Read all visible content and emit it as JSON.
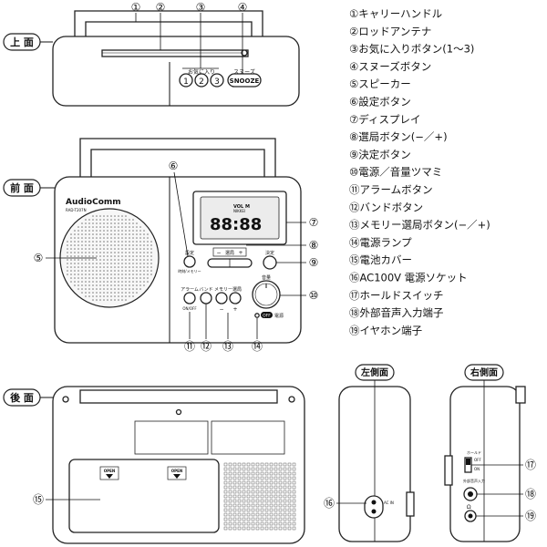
{
  "views": {
    "top": "上 面",
    "front": "前 面",
    "back": "後 面",
    "left": "左側面",
    "right": "右側面"
  },
  "parts": [
    {
      "num": "①",
      "label": "キャリーハンドル"
    },
    {
      "num": "②",
      "label": "ロッドアンテナ"
    },
    {
      "num": "③",
      "label": "お気に入りボタン(1〜3)"
    },
    {
      "num": "④",
      "label": "スヌーズボタン"
    },
    {
      "num": "⑤",
      "label": "スピーカー"
    },
    {
      "num": "⑥",
      "label": "設定ボタン"
    },
    {
      "num": "⑦",
      "label": "ディスプレイ"
    },
    {
      "num": "⑧",
      "label": "選局ボタン(−／+)"
    },
    {
      "num": "⑨",
      "label": "決定ボタン"
    },
    {
      "num": "⑩",
      "label": "電源／音量ツマミ"
    },
    {
      "num": "⑪",
      "label": "アラームボタン"
    },
    {
      "num": "⑫",
      "label": "バンドボタン"
    },
    {
      "num": "⑬",
      "label": "メモリー選局ボタン(−／+)"
    },
    {
      "num": "⑭",
      "label": "電源ランプ"
    },
    {
      "num": "⑮",
      "label": "電池カバー"
    },
    {
      "num": "⑯",
      "label": "AC100V 電源ソケット"
    },
    {
      "num": "⑰",
      "label": "ホールドスイッチ"
    },
    {
      "num": "⑱",
      "label": "外部音声入力端子"
    },
    {
      "num": "⑲",
      "label": "イヤホン端子"
    }
  ],
  "callouts": {
    "c1": "①",
    "c2": "②",
    "c3": "③",
    "c4": "④",
    "c5": "⑤",
    "c6": "⑥",
    "c7": "⑦",
    "c8": "⑧",
    "c9": "⑨",
    "c10": "⑩",
    "c11": "⑪",
    "c12": "⑫",
    "c13": "⑬",
    "c14": "⑭",
    "c15": "⑮",
    "c16": "⑯",
    "c17": "⑰",
    "c18": "⑱",
    "c19": "⑲"
  },
  "top_panel": {
    "favorite_caption": "お気に入り",
    "fav1": "1",
    "fav2": "2",
    "fav3": "3",
    "snooze_caption": "スヌーズ",
    "snooze": "SNOOZE"
  },
  "front_panel": {
    "brand": "AudioComm",
    "model": "RAD-T207N",
    "settings": "設定",
    "settings_sub": "時刻/メモリー",
    "tune": "選局",
    "minus": "−",
    "plus": "+",
    "enter": "決定",
    "alarm": "アラーム",
    "alarm_sub": "ON/OFF",
    "band": "バンド",
    "memory": "メモリー選局",
    "mem_minus": "−",
    "mem_plus": "+",
    "volume": "音量",
    "power_tag": "OFF",
    "power_lamp": "電源",
    "display_digits": "88:88",
    "display_vol": "VOL M",
    "display_preset": "NIKKEI"
  },
  "back_panel": {
    "open1": "OPEN",
    "open2": "OPEN"
  },
  "side_panel": {
    "ac_in": "AC IN",
    "hold": "ホールド",
    "off": "OFF",
    "on": "ON",
    "ext_in": "外部音声入力",
    "earphone": "Ω"
  }
}
